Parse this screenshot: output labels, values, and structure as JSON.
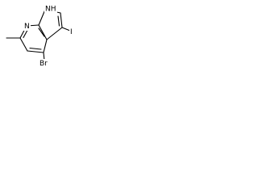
{
  "molecule": {
    "atoms": {
      "nh": "NH",
      "n": "N",
      "i": "I",
      "br": "Br"
    }
  },
  "colors": {
    "bond": "#000000",
    "text": "#000000",
    "background": "#ffffff"
  }
}
